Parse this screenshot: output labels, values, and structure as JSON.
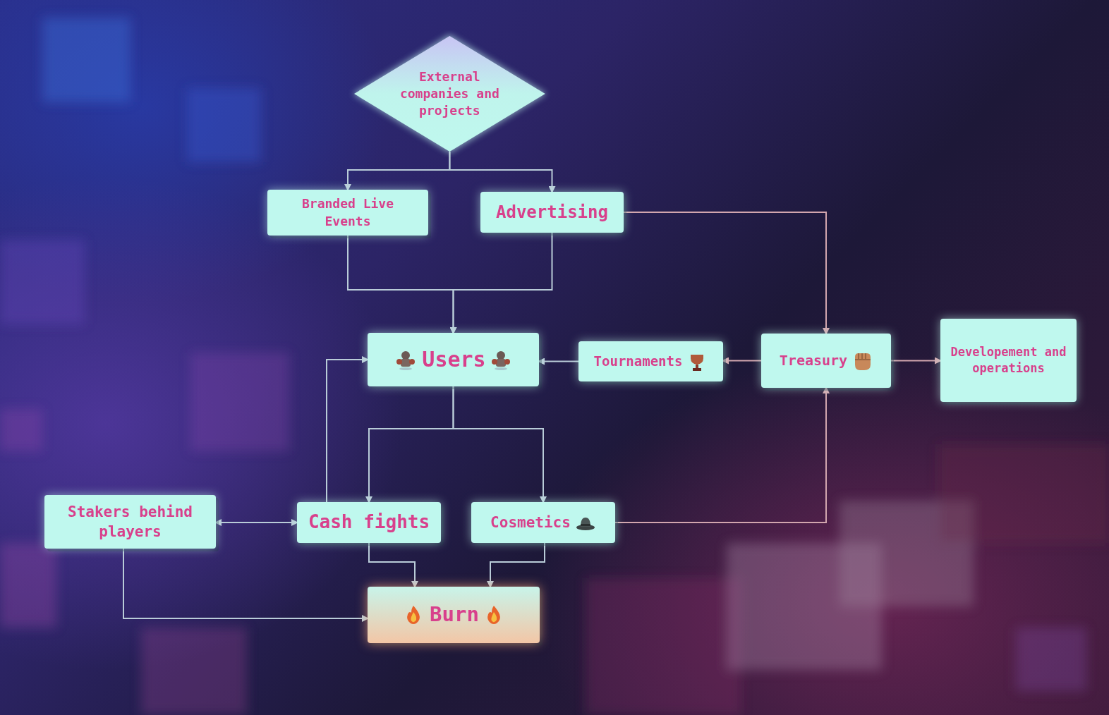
{
  "diagram": {
    "nodes": [
      {
        "text": [
          "External companies and projects"
        ]
      },
      {
        "text": [
          "Branded Live Events"
        ]
      },
      {
        "text": [
          "Advertising"
        ]
      },
      {
        "text": [
          "Users"
        ]
      },
      {
        "text": [
          "Tournaments"
        ]
      },
      {
        "text": [
          "Treasury"
        ]
      },
      {
        "text": [
          "Developement and operations"
        ]
      },
      {
        "text": [
          "Stakers behind players"
        ]
      },
      {
        "text": [
          "Cash fights"
        ]
      },
      {
        "text": [
          "Cosmetics"
        ]
      },
      {
        "text": [
          "Burn"
        ]
      }
    ],
    "edges": [
      {
        "from": 0,
        "to": 1,
        "arrow": "to"
      },
      {
        "from": 0,
        "to": 2,
        "arrow": "to"
      },
      {
        "from": 1,
        "to": 3,
        "arrow": "to"
      },
      {
        "from": 2,
        "to": 3,
        "arrow": "to"
      },
      {
        "from": 2,
        "to": 5,
        "arrow": "to"
      },
      {
        "from": 5,
        "to": 4,
        "arrow": "to"
      },
      {
        "from": 4,
        "to": 3,
        "arrow": "to"
      },
      {
        "from": 5,
        "to": 6,
        "arrow": "to"
      },
      {
        "from": 3,
        "to": 8,
        "arrow": "to"
      },
      {
        "from": 3,
        "to": 9,
        "arrow": "to"
      },
      {
        "from": 7,
        "to": 8,
        "arrow": "both"
      },
      {
        "from": 8,
        "to": 3,
        "arrow": "to"
      },
      {
        "from": 9,
        "to": 5,
        "arrow": "to"
      },
      {
        "from": 8,
        "to": 10,
        "arrow": "to"
      },
      {
        "from": 9,
        "to": 10,
        "arrow": "to"
      },
      {
        "from": 7,
        "to": 10,
        "arrow": "to"
      }
    ]
  }
}
